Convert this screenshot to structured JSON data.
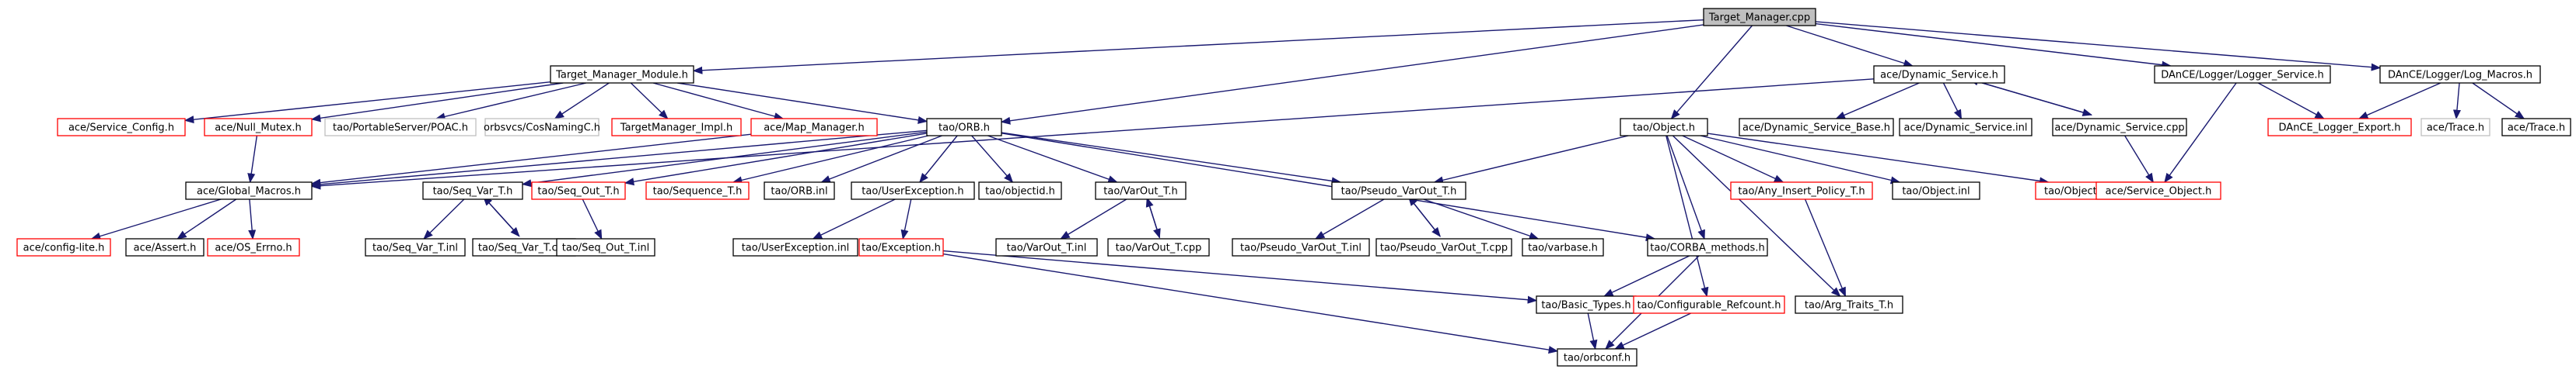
{
  "title": "Target_Manager.cpp",
  "colors": {
    "edge": "#191970",
    "root_fill": "#bfbfbf",
    "documented_border": "#000000",
    "undocumented_border": "#ff0000",
    "external_border": "#bfbfbf"
  },
  "nodes": [
    {
      "id": "root",
      "label": "Target_Manager.cpp",
      "kind": "root"
    },
    {
      "id": "tmm",
      "label": "Target_Manager_Module.h",
      "kind": "documented"
    },
    {
      "id": "ds",
      "label": "ace/Dynamic_Service.h",
      "kind": "documented"
    },
    {
      "id": "dlls",
      "label": "DAnCE/Logger/Logger_Service.h",
      "kind": "documented"
    },
    {
      "id": "dlm",
      "label": "DAnCE/Logger/Log_Macros.h",
      "kind": "documented"
    },
    {
      "id": "sc",
      "label": "ace/Service_Config.h",
      "kind": "undocumented"
    },
    {
      "id": "nm",
      "label": "ace/Null_Mutex.h",
      "kind": "undocumented"
    },
    {
      "id": "poac",
      "label": "tao/PortableServer/POAC.h",
      "kind": "external"
    },
    {
      "id": "cnc",
      "label": "orbsvcs/CosNamingC.h",
      "kind": "external"
    },
    {
      "id": "tmi",
      "label": "TargetManager_Impl.h",
      "kind": "undocumented"
    },
    {
      "id": "mm",
      "label": "ace/Map_Manager.h",
      "kind": "undocumented"
    },
    {
      "id": "orb",
      "label": "tao/ORB.h",
      "kind": "documented"
    },
    {
      "id": "obj",
      "label": "tao/Object.h",
      "kind": "documented"
    },
    {
      "id": "dsb",
      "label": "ace/Dynamic_Service_Base.h",
      "kind": "documented"
    },
    {
      "id": "dsi",
      "label": "ace/Dynamic_Service.inl",
      "kind": "documented"
    },
    {
      "id": "dscpp",
      "label": "ace/Dynamic_Service.cpp",
      "kind": "documented"
    },
    {
      "id": "dle",
      "label": "DAnCE_Logger_Export.h",
      "kind": "undocumented"
    },
    {
      "id": "trace1",
      "label": "ace/Trace.h",
      "kind": "external"
    },
    {
      "id": "trace2",
      "label": "ace/Trace.h",
      "kind": "documented"
    },
    {
      "id": "gm",
      "label": "ace/Global_Macros.h",
      "kind": "documented"
    },
    {
      "id": "svh",
      "label": "tao/Seq_Var_T.h",
      "kind": "documented"
    },
    {
      "id": "soh",
      "label": "tao/Seq_Out_T.h",
      "kind": "undocumented"
    },
    {
      "id": "seq",
      "label": "tao/Sequence_T.h",
      "kind": "undocumented"
    },
    {
      "id": "orbinl",
      "label": "tao/ORB.inl",
      "kind": "documented"
    },
    {
      "id": "ueh",
      "label": "tao/UserException.h",
      "kind": "documented"
    },
    {
      "id": "objid",
      "label": "tao/objectid.h",
      "kind": "documented"
    },
    {
      "id": "voh",
      "label": "tao/VarOut_T.h",
      "kind": "documented"
    },
    {
      "id": "pvoh",
      "label": "tao/Pseudo_VarOut_T.h",
      "kind": "documented"
    },
    {
      "id": "aip",
      "label": "tao/Any_Insert_Policy_T.h",
      "kind": "undocumented"
    },
    {
      "id": "objinl",
      "label": "tao/Object.inl",
      "kind": "documented"
    },
    {
      "id": "oat",
      "label": "tao/Object_Argument_T.h",
      "kind": "undocumented"
    },
    {
      "id": "so",
      "label": "ace/Service_Object.h",
      "kind": "undocumented"
    },
    {
      "id": "cfl",
      "label": "ace/config-lite.h",
      "kind": "undocumented"
    },
    {
      "id": "assert",
      "label": "ace/Assert.h",
      "kind": "documented"
    },
    {
      "id": "errno",
      "label": "ace/OS_Errno.h",
      "kind": "undocumented"
    },
    {
      "id": "svinl",
      "label": "tao/Seq_Var_T.inl",
      "kind": "documented"
    },
    {
      "id": "svcpp",
      "label": "tao/Seq_Var_T.cpp",
      "kind": "documented"
    },
    {
      "id": "soinl",
      "label": "tao/Seq_Out_T.inl",
      "kind": "documented"
    },
    {
      "id": "ueinl",
      "label": "tao/UserException.inl",
      "kind": "documented"
    },
    {
      "id": "exc",
      "label": "tao/Exception.h",
      "kind": "undocumented"
    },
    {
      "id": "voinl",
      "label": "tao/VarOut_T.inl",
      "kind": "documented"
    },
    {
      "id": "vocpp",
      "label": "tao/VarOut_T.cpp",
      "kind": "documented"
    },
    {
      "id": "pvoinl",
      "label": "tao/Pseudo_VarOut_T.inl",
      "kind": "documented"
    },
    {
      "id": "pvocpp",
      "label": "tao/Pseudo_VarOut_T.cpp",
      "kind": "documented"
    },
    {
      "id": "vb",
      "label": "tao/varbase.h",
      "kind": "documented"
    },
    {
      "id": "cm",
      "label": "tao/CORBA_methods.h",
      "kind": "documented"
    },
    {
      "id": "at",
      "label": "tao/Arg_Traits_T.h",
      "kind": "documented"
    },
    {
      "id": "bt",
      "label": "tao/Basic_Types.h",
      "kind": "documented"
    },
    {
      "id": "cr",
      "label": "tao/Configurable_Refcount.h",
      "kind": "undocumented"
    },
    {
      "id": "oc",
      "label": "tao/orbconf.h",
      "kind": "documented"
    }
  ],
  "edges": [
    [
      "root",
      "tmm"
    ],
    [
      "root",
      "ds"
    ],
    [
      "root",
      "dlls"
    ],
    [
      "root",
      "dlm"
    ],
    [
      "root",
      "orb"
    ],
    [
      "root",
      "obj"
    ],
    [
      "tmm",
      "sc"
    ],
    [
      "tmm",
      "nm"
    ],
    [
      "tmm",
      "poac"
    ],
    [
      "tmm",
      "cnc"
    ],
    [
      "tmm",
      "tmi"
    ],
    [
      "tmm",
      "mm"
    ],
    [
      "tmm",
      "orb"
    ],
    [
      "ds",
      "dsb"
    ],
    [
      "ds",
      "dsi"
    ],
    [
      "ds",
      "dscpp"
    ],
    [
      "ds",
      "gm"
    ],
    [
      "dscpp",
      "ds"
    ],
    [
      "dscpp",
      "so"
    ],
    [
      "dlls",
      "dle"
    ],
    [
      "dlls",
      "so"
    ],
    [
      "dlm",
      "dle"
    ],
    [
      "dlm",
      "trace1"
    ],
    [
      "dlm",
      "trace2"
    ],
    [
      "nm",
      "gm"
    ],
    [
      "mm",
      "gm"
    ],
    [
      "gm",
      "cfl"
    ],
    [
      "gm",
      "assert"
    ],
    [
      "gm",
      "errno"
    ],
    [
      "orb",
      "gm"
    ],
    [
      "orb",
      "svh"
    ],
    [
      "orb",
      "soh"
    ],
    [
      "orb",
      "seq"
    ],
    [
      "orb",
      "orbinl"
    ],
    [
      "orb",
      "ueh"
    ],
    [
      "orb",
      "objid"
    ],
    [
      "orb",
      "voh"
    ],
    [
      "orb",
      "pvoh"
    ],
    [
      "orb",
      "cm"
    ],
    [
      "svh",
      "svinl"
    ],
    [
      "svh",
      "svcpp"
    ],
    [
      "svcpp",
      "svh"
    ],
    [
      "soh",
      "soinl"
    ],
    [
      "ueh",
      "ueinl"
    ],
    [
      "ueh",
      "exc"
    ],
    [
      "exc",
      "oc"
    ],
    [
      "exc",
      "bt"
    ],
    [
      "voh",
      "voinl"
    ],
    [
      "voh",
      "vocpp"
    ],
    [
      "vocpp",
      "voh"
    ],
    [
      "pvoh",
      "pvoinl"
    ],
    [
      "pvoh",
      "pvocpp"
    ],
    [
      "pvoh",
      "vb"
    ],
    [
      "pvocpp",
      "pvoh"
    ],
    [
      "obj",
      "pvoh"
    ],
    [
      "obj",
      "aip"
    ],
    [
      "obj",
      "objinl"
    ],
    [
      "obj",
      "oat"
    ],
    [
      "obj",
      "cm"
    ],
    [
      "obj",
      "at"
    ],
    [
      "obj",
      "cr"
    ],
    [
      "aip",
      "at"
    ],
    [
      "cm",
      "bt"
    ],
    [
      "cm",
      "oc"
    ],
    [
      "bt",
      "oc"
    ],
    [
      "cr",
      "oc"
    ]
  ]
}
